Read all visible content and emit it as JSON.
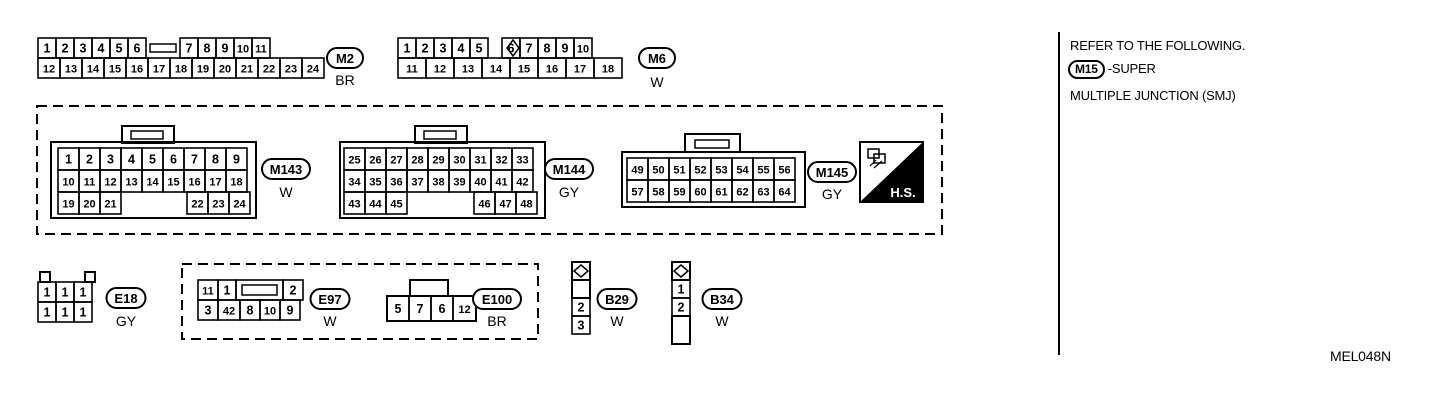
{
  "diagram_id": "MEL048N",
  "note": {
    "line1": "REFER TO THE FOLLOWING.",
    "badge": "M15",
    "line2_suffix": "-SUPER",
    "line3": "MULTIPLE JUNCTION (SMJ)"
  },
  "hs_label": "H.S.",
  "connectors": [
    {
      "id": "M2",
      "color": "BR",
      "rows": [
        [
          "1",
          "2",
          "3",
          "4",
          "5",
          "6",
          "",
          "7",
          "8",
          "9",
          "10",
          "11"
        ],
        [
          "12",
          "13",
          "14",
          "15",
          "16",
          "17",
          "18",
          "19",
          "20",
          "21",
          "22",
          "23",
          "24"
        ]
      ]
    },
    {
      "id": "M6",
      "color": "W",
      "rows": [
        [
          "1",
          "2",
          "3",
          "4",
          "5",
          "6",
          "7",
          "8",
          "9",
          "10"
        ],
        [
          "11",
          "12",
          "13",
          "14",
          "15",
          "16",
          "17",
          "18"
        ]
      ]
    },
    {
      "id": "M143",
      "color": "W",
      "rows": [
        [
          "1",
          "2",
          "3",
          "4",
          "5",
          "6",
          "7",
          "8",
          "9"
        ],
        [
          "10",
          "11",
          "12",
          "13",
          "14",
          "15",
          "16",
          "17",
          "18"
        ],
        [
          "19",
          "20",
          "21",
          "22",
          "23",
          "24"
        ]
      ]
    },
    {
      "id": "M144",
      "color": "GY",
      "rows": [
        [
          "25",
          "26",
          "27",
          "28",
          "29",
          "30",
          "31",
          "32",
          "33"
        ],
        [
          "34",
          "35",
          "36",
          "37",
          "38",
          "39",
          "40",
          "41",
          "42"
        ],
        [
          "43",
          "44",
          "45",
          "46",
          "47",
          "48"
        ]
      ]
    },
    {
      "id": "M145",
      "color": "GY",
      "rows": [
        [
          "49",
          "50",
          "51",
          "52",
          "53",
          "54",
          "55",
          "56"
        ],
        [
          "57",
          "58",
          "59",
          "60",
          "61",
          "62",
          "63",
          "64"
        ]
      ]
    },
    {
      "id": "E18",
      "color": "GY",
      "rows": [
        [
          "1",
          "1",
          "1"
        ],
        [
          "1",
          "1",
          "1"
        ]
      ]
    },
    {
      "id": "E97",
      "color": "W",
      "rows": [
        [
          "11",
          "1",
          "2"
        ],
        [
          "3",
          "42",
          "8",
          "10",
          "9"
        ]
      ]
    },
    {
      "id": "E100",
      "color": "BR",
      "rows": [
        [
          "5",
          "7",
          "6",
          "12"
        ]
      ]
    },
    {
      "id": "B29",
      "color": "W",
      "rows": [
        [
          "2"
        ],
        [
          "3"
        ]
      ]
    },
    {
      "id": "B34",
      "color": "W",
      "rows": [
        [
          "1"
        ],
        [
          "2"
        ]
      ]
    }
  ]
}
